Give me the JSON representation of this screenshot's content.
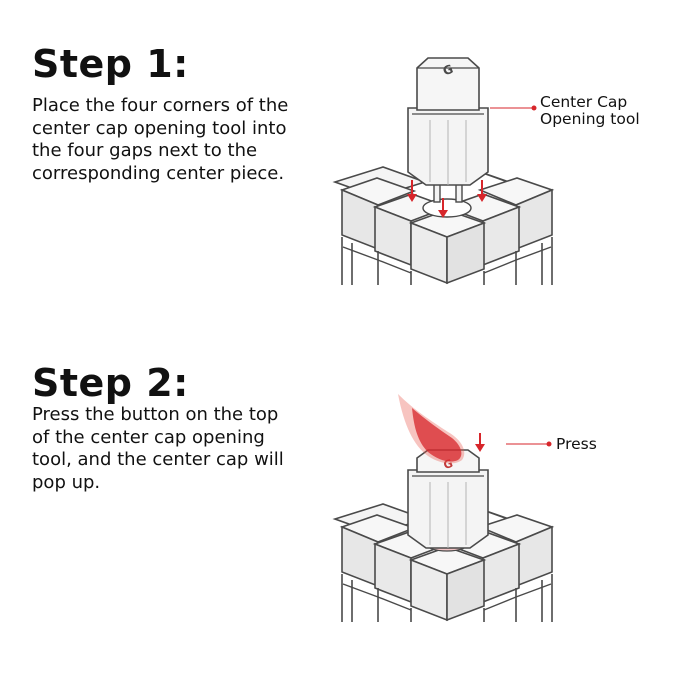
{
  "step1": {
    "title": "Step 1:",
    "text": "Place the four corners of the center cap opening tool into the four gaps next to the corresponding center piece.",
    "callout_line1": "Center Cap",
    "callout_line2": "Opening tool"
  },
  "step2": {
    "title": "Step 2:",
    "text": "Press the button on the top of the center cap opening tool, and the center cap will pop up.",
    "callout": "Press"
  },
  "colors": {
    "accent": "#d7262b",
    "outline": "#4a4a4a",
    "cube_face": "#f4f4f4",
    "text": "#111111"
  },
  "icons": [
    "center-cap-opening-tool-icon",
    "rubiks-cube-icon",
    "down-arrow-icon",
    "finger-press-icon"
  ]
}
